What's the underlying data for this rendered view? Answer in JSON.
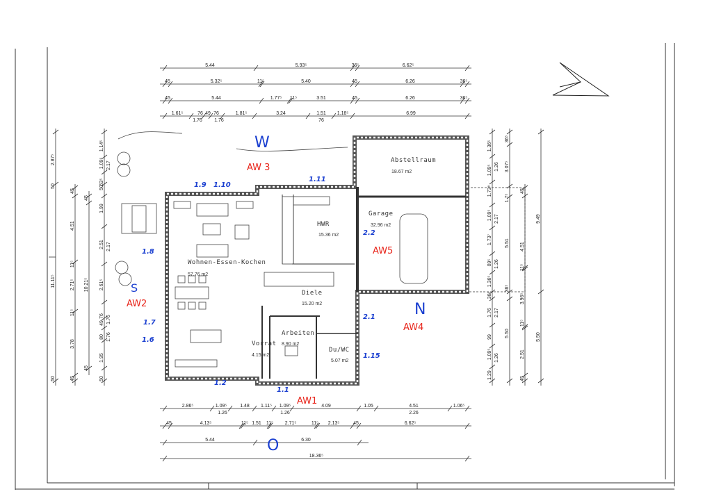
{
  "rooms": [
    {
      "name": "Wohnen-Essen-Kochen",
      "area": "57.76 m2"
    },
    {
      "name": "HWR",
      "area": "15.36 m2"
    },
    {
      "name": "Garage",
      "area": "32.96 m2"
    },
    {
      "name": "Abstellraum",
      "area": "18.67 m2"
    },
    {
      "name": "Diele",
      "area": "15.20 m2"
    },
    {
      "name": "Arbeiten",
      "area": "8.90 m2"
    },
    {
      "name": "Vorrat",
      "area": "4.15 m2"
    },
    {
      "name": "Du/WC",
      "area": "5.07 m2"
    }
  ],
  "orientation": {
    "west": "W",
    "east": "O",
    "north": "N",
    "south": "S"
  },
  "wall_labels": [
    "AW 3",
    "AW2",
    "AW5",
    "AW4",
    "AW1"
  ],
  "window_labels": [
    "1.9",
    "1.10",
    "1.11",
    "1.8",
    "2.2",
    "1.7",
    "1.6",
    "2.1",
    "1.15",
    "1.2",
    "1.1"
  ],
  "dimensions": {
    "top": [
      [
        "5.44",
        "5.93⁵",
        "36⁵",
        "6.62⁵"
      ],
      [
        "45",
        "5.32⁵",
        "11⁵",
        "5.40",
        "45",
        "6.26",
        "36⁵"
      ],
      [
        "45",
        "5.44",
        "1.77⁵",
        "11⁵",
        "3.51",
        "45",
        "6.26",
        "36⁵"
      ],
      [
        "1.61⁵",
        "76",
        "49",
        "76",
        "1.81⁵",
        "3.24",
        "1.51",
        "1.18⁵",
        "6.99",
        "1.76",
        "1.76",
        "76"
      ]
    ],
    "bottom": [
      [
        "2.86⁵",
        "1.09⁵",
        "1.48",
        "1.11⁵",
        "1.09⁵",
        "4.09",
        "1.05",
        "4.51",
        "1.06⁵",
        "1.26",
        "1.26",
        "2.26"
      ],
      [
        "45",
        "4.13⁵",
        "11⁵",
        "1.51",
        "11⁵",
        "2.71⁵",
        "11⁵",
        "2.13⁵",
        "45",
        "6.62⁵"
      ],
      [
        "5.44",
        "6.30"
      ],
      [
        "18.36⁵"
      ]
    ],
    "left": [
      [
        "2.87⁵",
        "50",
        "11.11⁵",
        "50"
      ],
      [
        "45",
        "4.51",
        "11⁵",
        "2.71⁵",
        "11⁵",
        "3.78",
        "45"
      ],
      [
        "45",
        "10.21⁵",
        "45"
      ],
      [
        "1.14⁵",
        "1.09⁵",
        "2.17",
        "63⁵",
        "50",
        "1.99",
        "2.51",
        "2.17",
        "2.61⁵",
        "76",
        "49",
        "80",
        "1.76",
        "1.76",
        "1.95",
        "50"
      ]
    ],
    "right": [
      [
        "1.36⁵",
        "1.09⁵",
        "1.73⁸",
        "1.09⁵",
        "1.73⁷",
        "09⁵",
        "1.36⁵",
        "36⁵",
        "1.76",
        "99",
        "1.09⁵",
        "1.29",
        "1.26",
        "2.17",
        "1.26",
        "2.17",
        "1.26"
      ],
      [
        "36⁵",
        "3.07⁵",
        "1.7⁵",
        "5.51",
        "36⁵",
        "5.50"
      ],
      [
        "45",
        "4.51",
        "11⁵",
        "3.96⁵",
        "11⁵",
        "2.51",
        "45"
      ],
      [
        "9.49",
        "5.50"
      ]
    ]
  }
}
